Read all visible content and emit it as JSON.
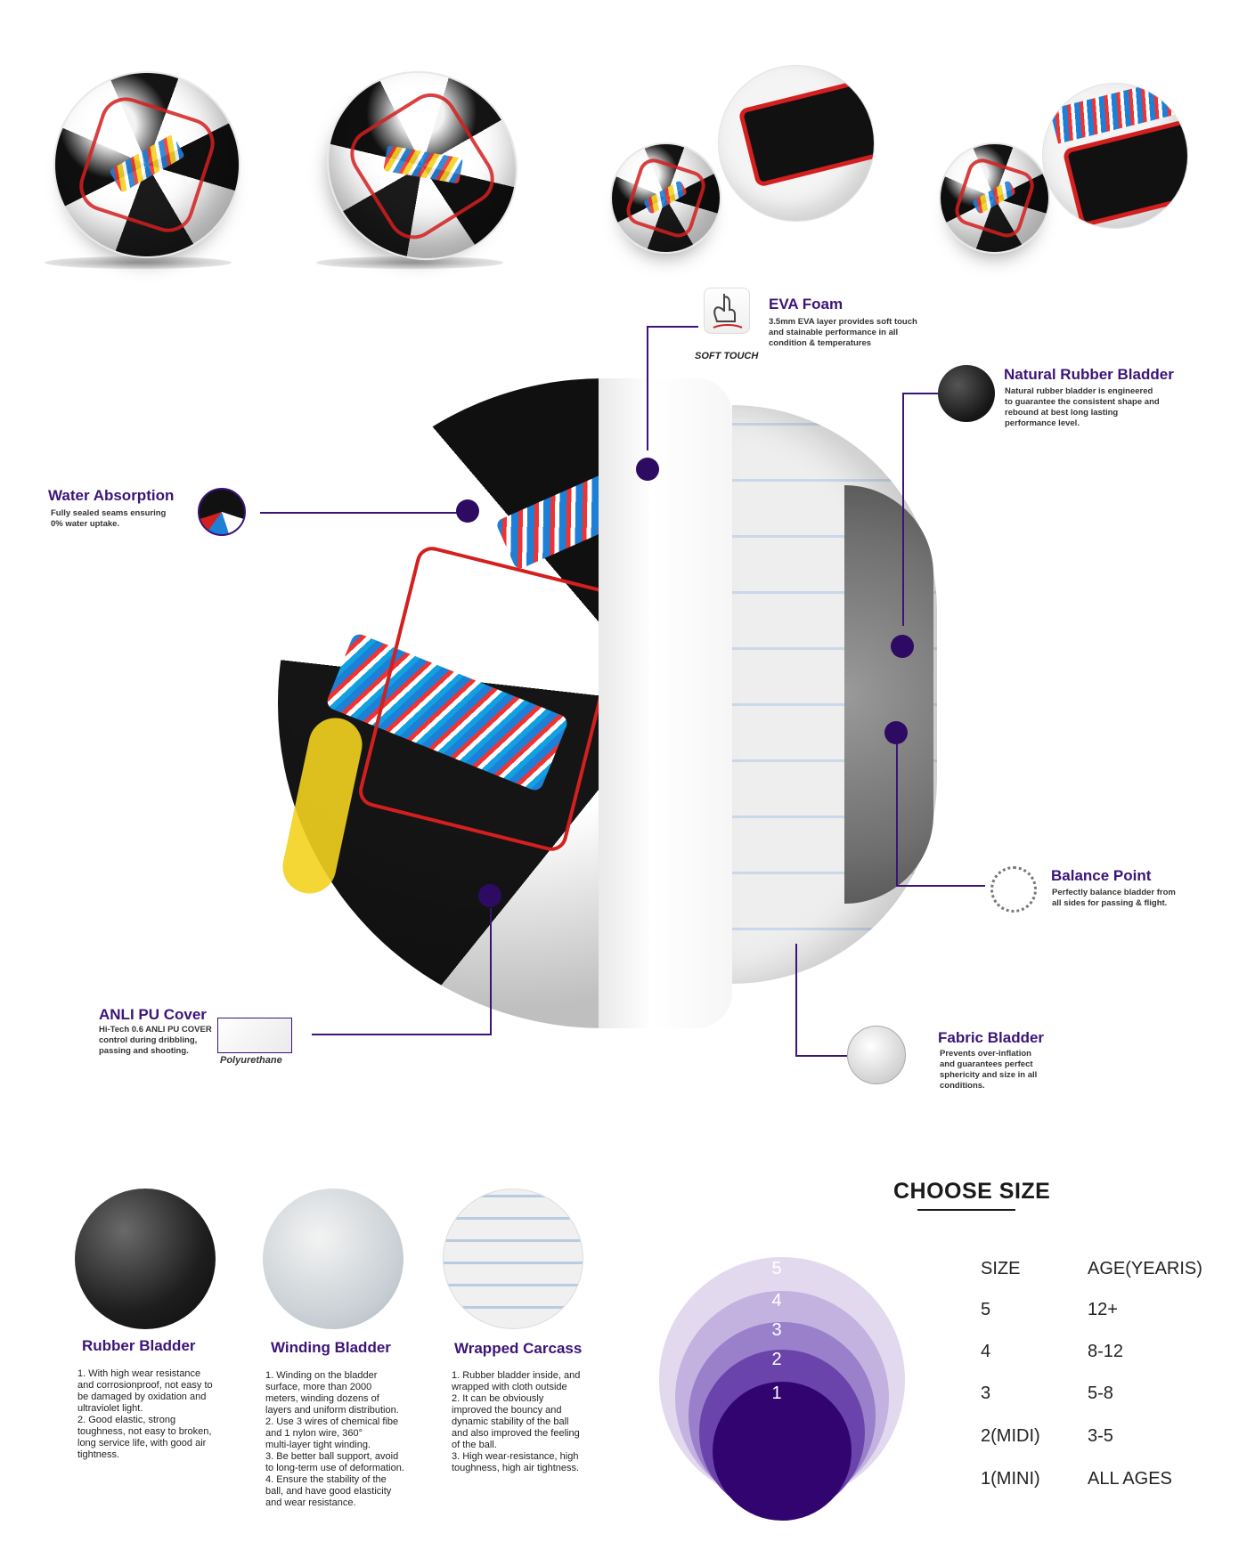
{
  "features": {
    "eva_foam": {
      "title": "EVA Foam",
      "desc": "3.5mm EVA layer provides soft touch and stainable performance in all condition & temperatures",
      "icon_label": "SOFT TOUCH"
    },
    "natural_rubber_bladder": {
      "title": "Natural Rubber Bladder",
      "desc": "Natural rubber bladder is engineered to guarantee the consistent shape and rebound at best long lasting performance level."
    },
    "water_absorption": {
      "title": "Water Absorption",
      "desc": "Fully sealed seams ensuring 0% water uptake."
    },
    "balance_point": {
      "title": "Balance Point",
      "desc": "Perfectly balance bladder from all sides for passing & flight."
    },
    "anli_pu_cover": {
      "title": "ANLI PU Cover",
      "desc": "Hi-Tech 0.6 ANLI PU COVER control during dribbling, passing and shooting.",
      "icon_label": "Polyurethane"
    },
    "fabric_bladder": {
      "title": "Fabric Bladder",
      "desc": "Prevents over-inflation and guarantees perfect sphericity and size in all conditions."
    }
  },
  "columns": [
    {
      "title": "Rubber Bladder",
      "lines": [
        "1. With high wear resistance",
        "and corrosionproof, not easy to",
        "be damaged by oxidation and",
        "ultraviolet light.",
        "2. Good elastic, strong",
        "toughness, not easy to broken,",
        "long service life, with good air",
        "tightness."
      ]
    },
    {
      "title": "Winding Bladder",
      "lines": [
        "1. Winding on the bladder",
        "surface, more than 2000",
        "meters, winding dozens of",
        "layers and uniform distribution.",
        "2. Use 3 wires of chemical fibe",
        "and 1 nylon wire, 360°",
        "multi-layer tight winding.",
        "3. Be better ball support, avoid",
        "to long-term use of deformation.",
        "4. Ensure the stability of the",
        "ball, and have good elasticity",
        "and wear resistance."
      ]
    },
    {
      "title": "Wrapped Carcass",
      "lines": [
        "1. Rubber bladder inside, and",
        "wrapped with cloth outside",
        "2. It can be obviously",
        "improved the bouncy and",
        "dynamic stability of the ball",
        "and also improved the feeling",
        "of the ball.",
        "3. High wear-resistance, high",
        "toughness, high air tightness."
      ]
    }
  ],
  "size_chart": {
    "title": "CHOOSE SIZE",
    "circle_labels": [
      "5",
      "4",
      "3",
      "2",
      "1"
    ],
    "header": {
      "size": "SIZE",
      "age": "AGE(YEARIS)"
    },
    "rows": [
      {
        "size": "5",
        "age": "12+"
      },
      {
        "size": "4",
        "age": "8-12"
      },
      {
        "size": "3",
        "age": "5-8"
      },
      {
        "size": "2(MIDI)",
        "age": "3-5"
      },
      {
        "size": "1(MINI)",
        "age": "ALL AGES"
      }
    ],
    "colors": [
      "#e2d9ef",
      "#c3b1e0",
      "#9a7fca",
      "#6a43ab",
      "#32046f"
    ]
  }
}
